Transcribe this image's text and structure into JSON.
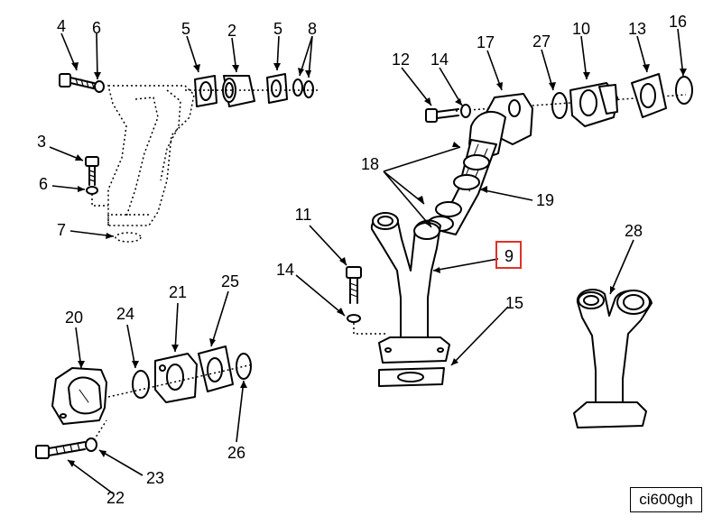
{
  "callouts": {
    "c2": "2",
    "c3": "3",
    "c4": "4",
    "c5a": "5",
    "c5b": "5",
    "c6a": "6",
    "c6b": "6",
    "c7": "7",
    "c8": "8",
    "c9": "9",
    "c10": "10",
    "c11": "11",
    "c12": "12",
    "c13": "13",
    "c14a": "14",
    "c14b": "14",
    "c15": "15",
    "c16": "16",
    "c17": "17",
    "c18": "18",
    "c19": "19",
    "c20": "20",
    "c21": "21",
    "c22": "22",
    "c23": "23",
    "c24": "24",
    "c25": "25",
    "c26": "26",
    "c27": "27",
    "c28": "28"
  },
  "highlighted_callout": "9",
  "highlight_color": "#e0302a",
  "reference_code": "ci600gh"
}
